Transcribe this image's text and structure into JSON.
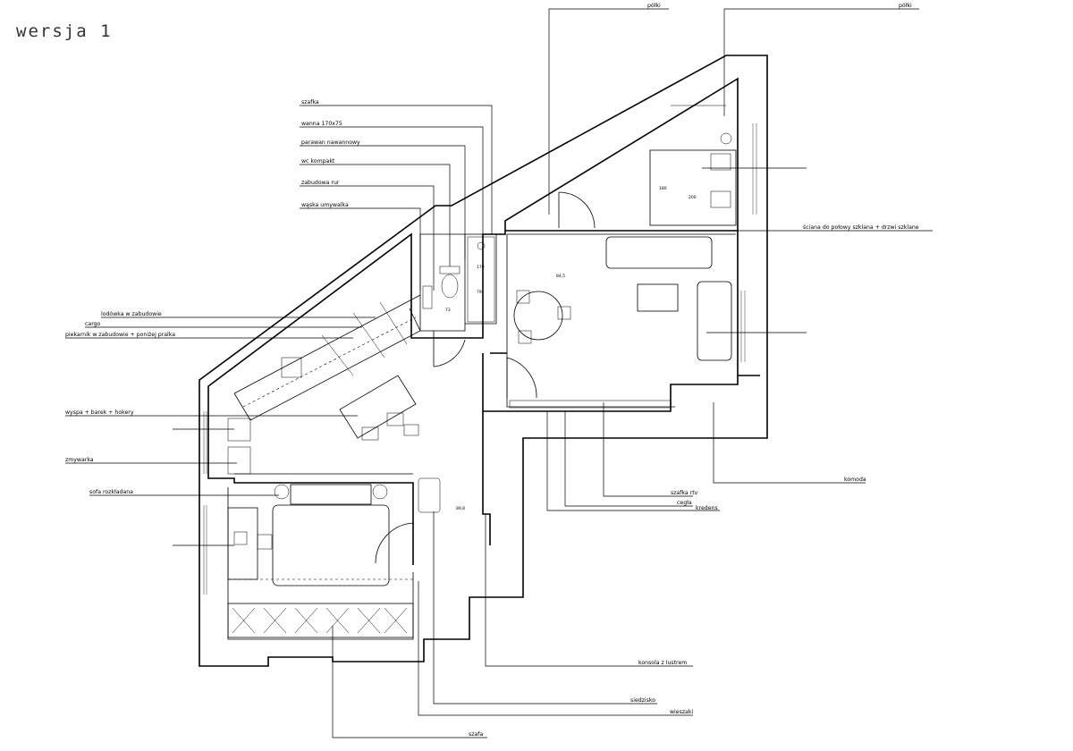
{
  "title": "wersja 1",
  "labels": {
    "polki_1": "półki",
    "polki_2": "półki",
    "szafka": "szafka",
    "wanna": "wanna 170x75",
    "parawan": "parawan nawannowy",
    "wc": "wc kompakt",
    "zabudowa_rur": "zabudowa rur",
    "waska_umywalka": "wąska umywalka",
    "lodowka": "lodówka w zabudowie",
    "cargo": "cargo",
    "piekarnik": "piekarnik w zabudowie + poniżej pralka",
    "wyspa": "wyspa + barek + hokery",
    "zmywarka": "zmywarka",
    "sofa": "sofa rozkładana",
    "sciana": "ściana do połowy szklana + drzwi szklane",
    "komoda": "komoda",
    "szafka_rtv": "szafka rtv",
    "cegla": "cegła",
    "kredens": "kredens",
    "konsola": "konsola z lustrem",
    "siedzisko": "siedzisko",
    "wieszaki": "wieszaki",
    "szafa": "szafa"
  },
  "dimensions": {
    "bed_width": "200",
    "bed_length": "180",
    "dim_84": "84,5",
    "dim_89": "89,8",
    "dim_73": "73",
    "dim_79": "79",
    "dim_170": "170"
  }
}
